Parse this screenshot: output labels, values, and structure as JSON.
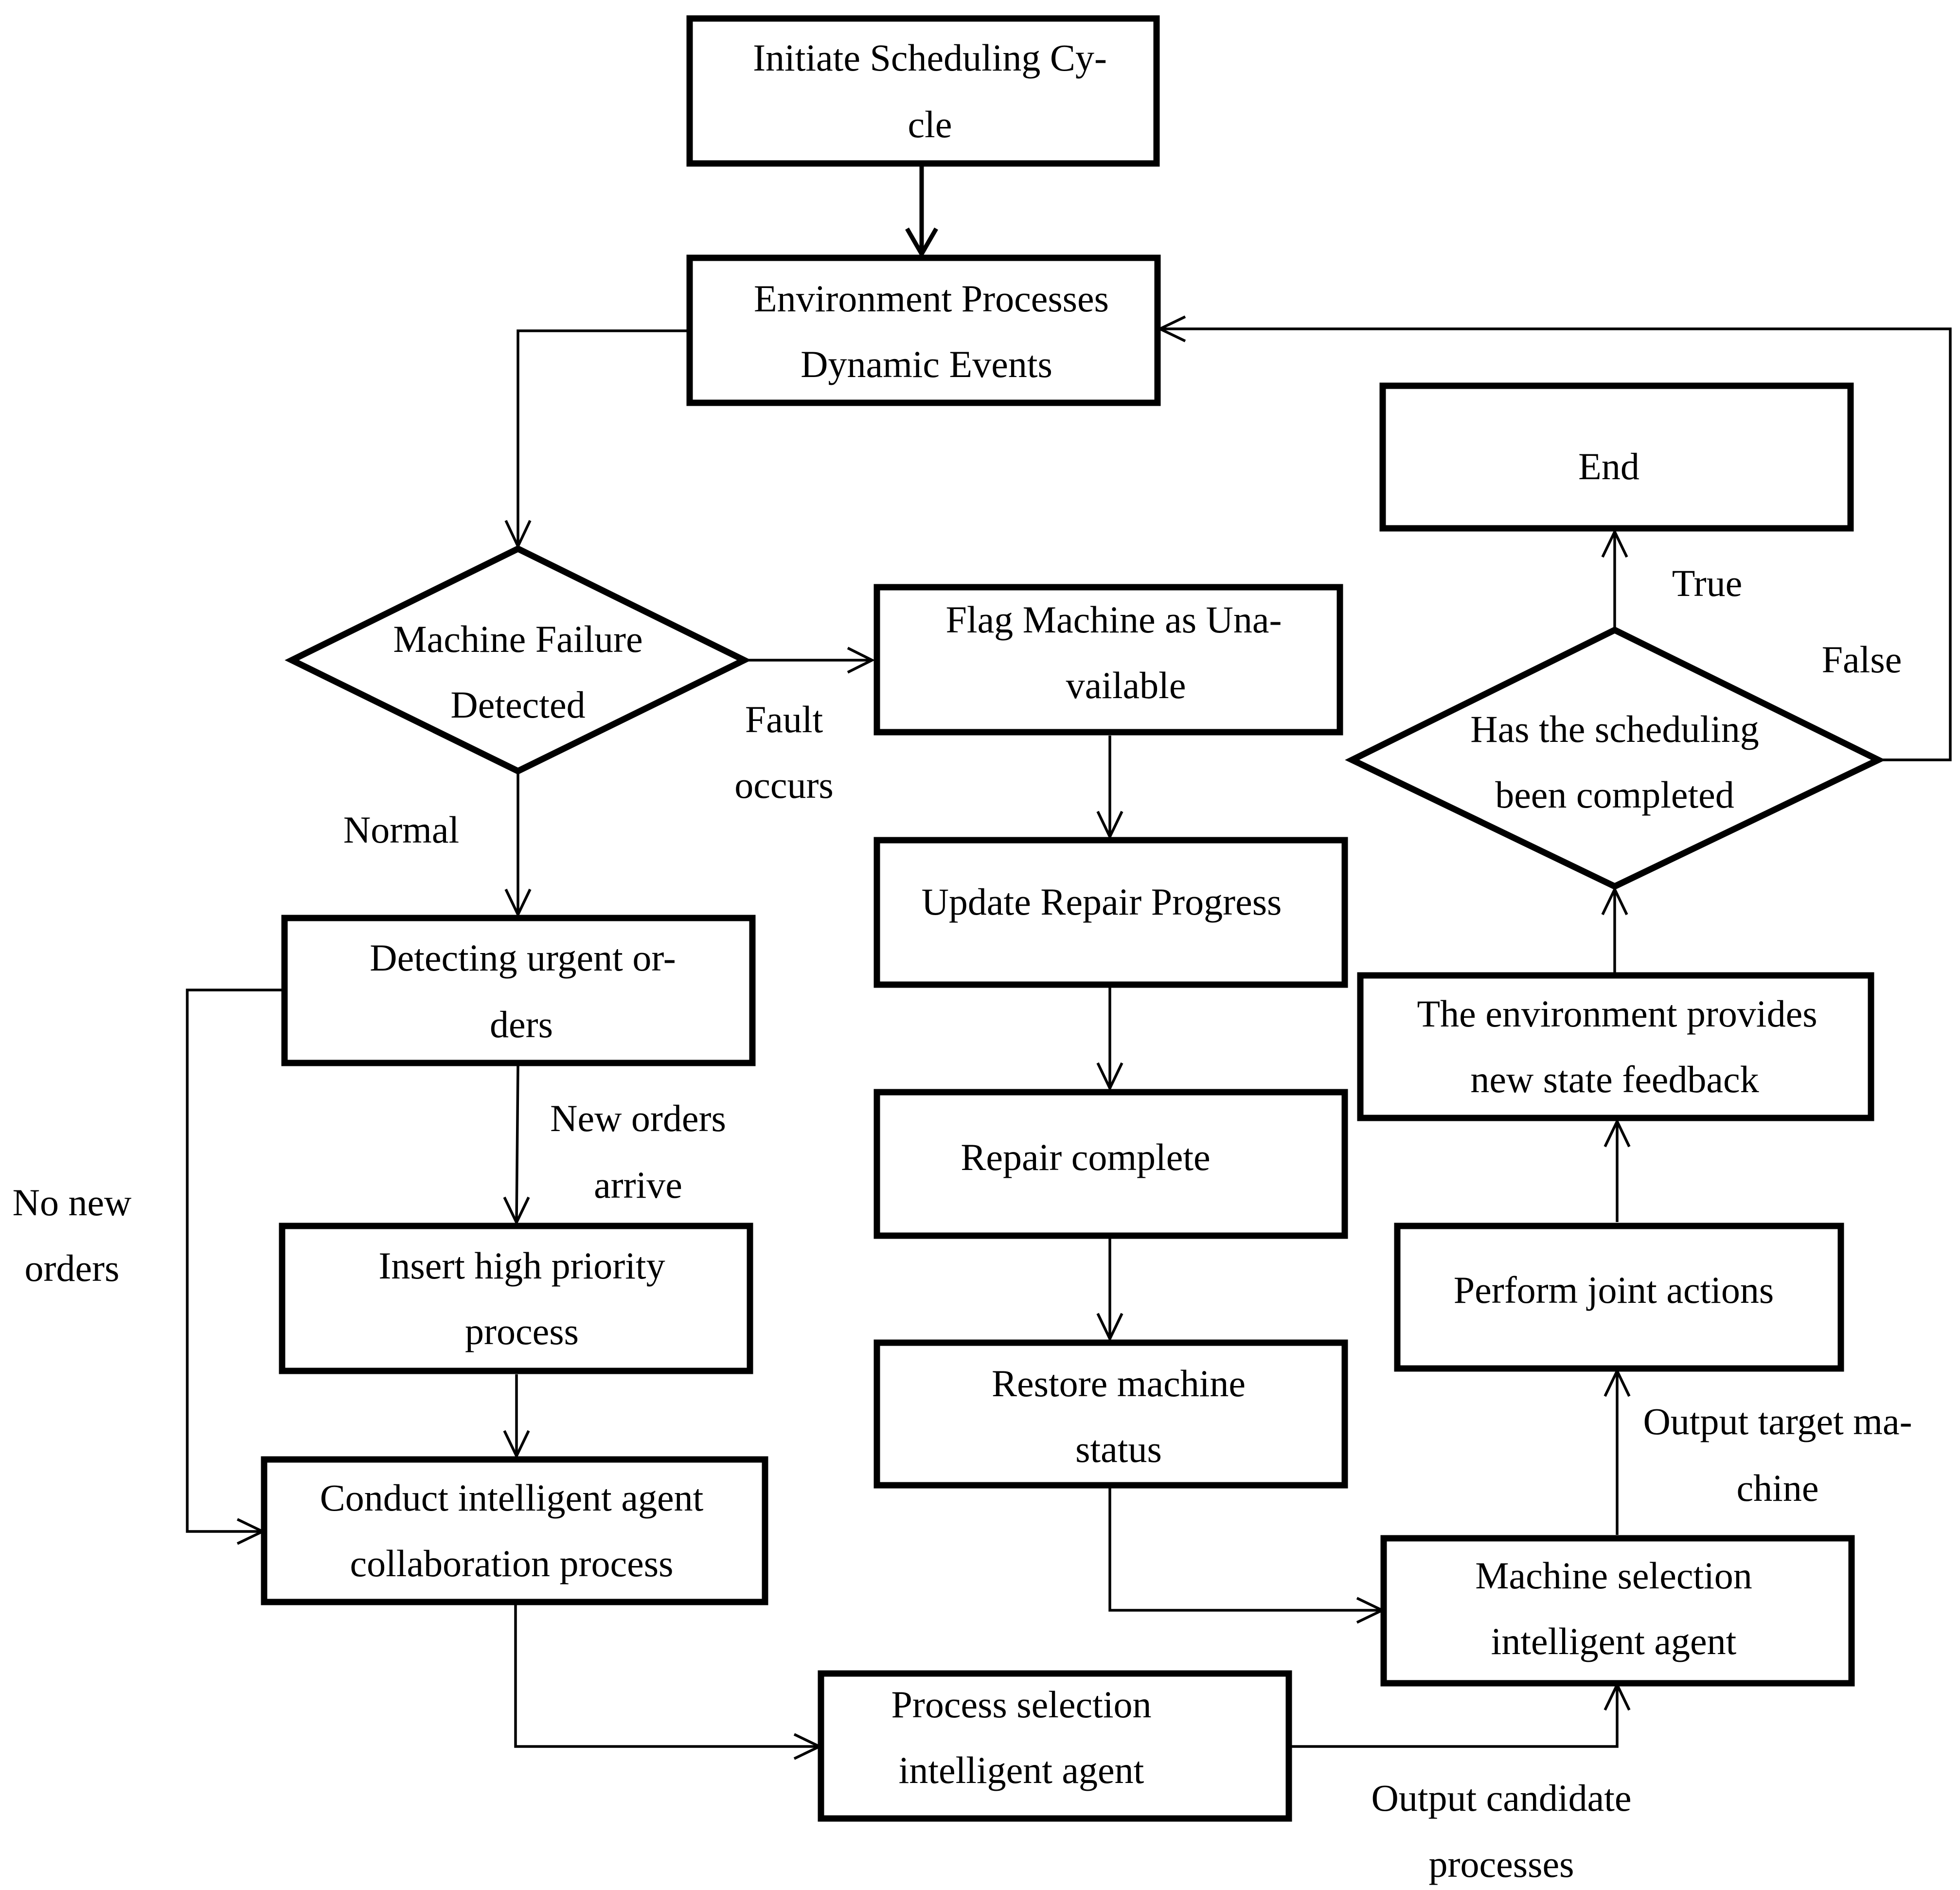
{
  "nodes": {
    "initiate": [
      "Initiate Scheduling Cy-",
      "cle"
    ],
    "environment": [
      "Environment Processes",
      "Dynamic Events"
    ],
    "machine_failure": [
      "Machine Failure",
      "Detected"
    ],
    "flag_machine": [
      "Flag Machine as Una-",
      "vailable"
    ],
    "update_repair": [
      "Update Repair Progress"
    ],
    "repair_complete": [
      "Repair complete"
    ],
    "restore_machine": [
      "Restore machine",
      "status"
    ],
    "detect_urgent": [
      "Detecting urgent or-",
      "ders"
    ],
    "insert_priority": [
      "Insert high priority",
      "process"
    ],
    "conduct_collab": [
      "Conduct intelligent agent",
      "collaboration process"
    ],
    "process_selection": [
      "Process selection",
      "intelligent agent"
    ],
    "machine_selection": [
      "Machine selection",
      "intelligent agent"
    ],
    "perform_actions": [
      "Perform joint actions"
    ],
    "env_feedback": [
      "The environment provides",
      "new state feedback"
    ],
    "scheduling_done": [
      "Has the scheduling",
      "been completed"
    ],
    "end": [
      "End"
    ]
  },
  "edge_labels": {
    "fault_occurs": [
      "Fault",
      "occurs"
    ],
    "normal": [
      "Normal"
    ],
    "new_orders": [
      "New orders",
      "arrive"
    ],
    "no_new_orders": [
      "No new",
      "orders"
    ],
    "output_candidates": [
      "Output candidate",
      "processes"
    ],
    "output_target": [
      "Output target ma-",
      "chine"
    ],
    "true": [
      "True"
    ],
    "false": [
      "False"
    ]
  }
}
